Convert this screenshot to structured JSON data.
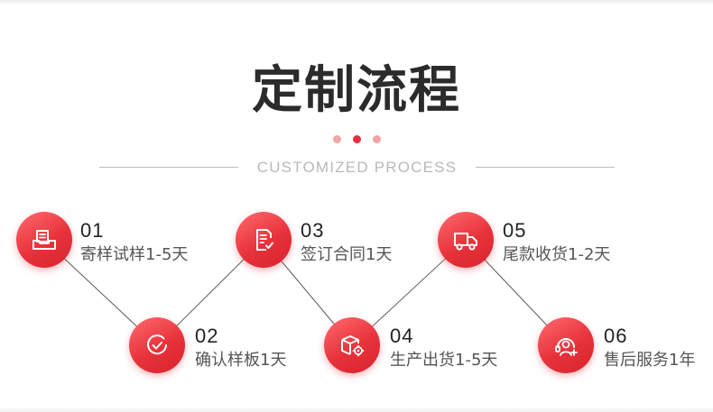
{
  "header": {
    "title": "定制流程",
    "subtitle": "CUSTOMIZED PROCESS"
  },
  "theme": {
    "accent": "#e8323b",
    "accent_light": "#f5a3a6",
    "line": "#555555"
  },
  "steps": [
    {
      "num": "01",
      "label": "寄样试样1-5天",
      "icon": "sample-tray-icon"
    },
    {
      "num": "02",
      "label": "确认样板1天",
      "icon": "check-circle-icon"
    },
    {
      "num": "03",
      "label": "签订合同1天",
      "icon": "contract-document-icon"
    },
    {
      "num": "04",
      "label": "生产出货1-5天",
      "icon": "box-gear-icon"
    },
    {
      "num": "05",
      "label": "尾款收货1-2天",
      "icon": "delivery-truck-icon"
    },
    {
      "num": "06",
      "label": "售后服务1年",
      "icon": "after-sales-service-icon"
    }
  ]
}
